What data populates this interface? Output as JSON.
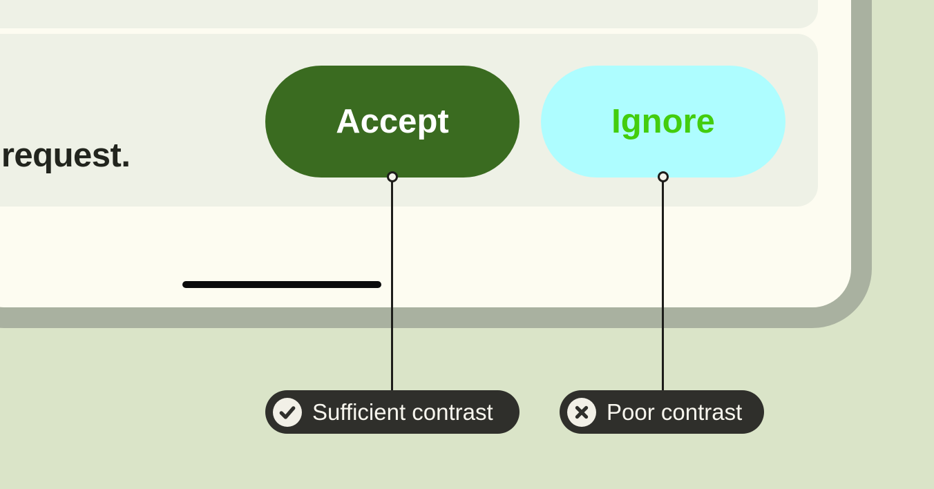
{
  "device_screen": {
    "message_fragment": "a request.",
    "buttons": [
      {
        "label": "Accept",
        "bg_color": "#3a6b20",
        "text_color": "#ffffff"
      },
      {
        "label": "Ignore",
        "bg_color": "#aefdff",
        "text_color": "#43cd0d"
      }
    ]
  },
  "annotations": [
    {
      "icon": "check-circle-icon",
      "label": "Sufficient contrast"
    },
    {
      "icon": "x-circle-icon",
      "label": "Poor contrast"
    }
  ],
  "colors": {
    "page_background": "#dae4c8",
    "device_frame": "#a9b1a0",
    "screen_background": "#fdfcf1",
    "surface_background": "#eef1e6",
    "accept_button_bg": "#3a6b20",
    "accept_button_text": "#ffffff",
    "ignore_button_bg": "#aefdff",
    "ignore_button_text": "#43cd0d",
    "callout_bg": "#2f2f2b",
    "callout_text": "#f8f6ee",
    "message_text": "#22251e",
    "connector_line": "#1d1d1a",
    "home_indicator": "#0b0b0b"
  }
}
